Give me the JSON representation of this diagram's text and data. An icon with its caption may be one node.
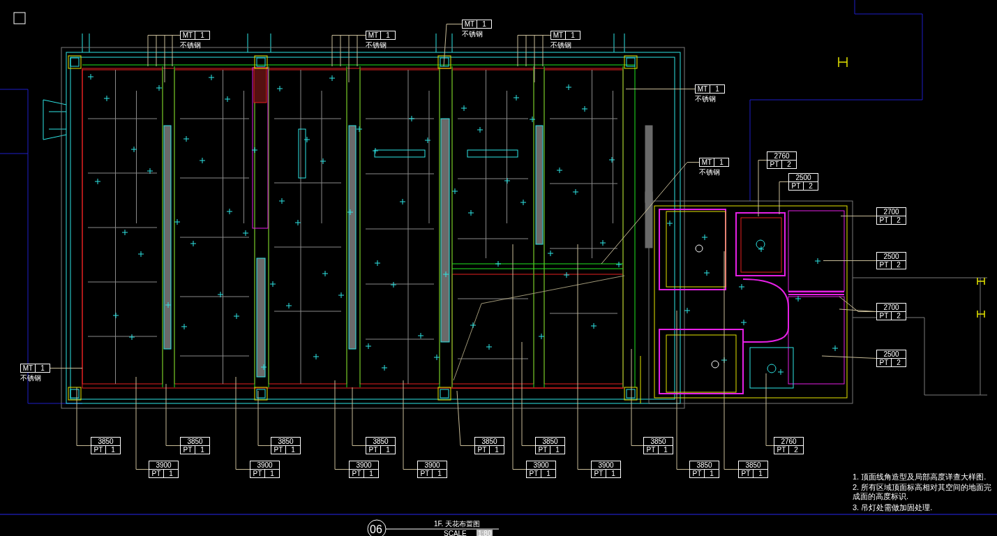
{
  "diagram": {
    "title": "1F. 天花布置图",
    "nodes": [
      {
        "text": [
          "MT",
          "1"
        ],
        "beside": [
          "不锈钢"
        ]
      },
      {
        "text": [
          "MT",
          "1"
        ],
        "beside": [
          "不锈钢"
        ]
      },
      {
        "text": [
          "MT",
          "1"
        ],
        "beside": [
          "不锈钢"
        ]
      },
      {
        "text": [
          "MT",
          "1"
        ],
        "beside": [
          "不锈钢"
        ]
      },
      {
        "text": [
          "MT",
          "1"
        ],
        "beside": [
          "不锈钢"
        ]
      },
      {
        "text": [
          "2760",
          "PT",
          "2"
        ]
      },
      {
        "text": [
          "MT",
          "1"
        ],
        "beside": [
          "不锈钢"
        ]
      },
      {
        "text": [
          "2500",
          "PT",
          "2"
        ]
      },
      {
        "text": [
          "2700",
          "PT",
          "2"
        ]
      },
      {
        "text": [
          "2500",
          "PT",
          "2"
        ]
      },
      {
        "text": [
          "2700",
          "PT",
          "2"
        ]
      },
      {
        "text": [
          "2500",
          "PT",
          "2"
        ]
      },
      {
        "text": [
          "MT",
          "1"
        ],
        "beside": [
          "不锈钢"
        ]
      },
      {
        "text": [
          "3850",
          "PT",
          "1"
        ]
      },
      {
        "text": [
          "3850",
          "PT",
          "1"
        ]
      },
      {
        "text": [
          "3850",
          "PT",
          "1"
        ]
      },
      {
        "text": [
          "3850",
          "PT",
          "1"
        ]
      },
      {
        "text": [
          "3850",
          "PT",
          "1"
        ]
      },
      {
        "text": [
          "3850",
          "PT",
          "1"
        ]
      },
      {
        "text": [
          "3850",
          "PT",
          "1"
        ]
      },
      {
        "text": [
          "2760",
          "PT",
          "2"
        ]
      },
      {
        "text": [
          "3900",
          "PT",
          "1"
        ]
      },
      {
        "text": [
          "3900",
          "PT",
          "1"
        ]
      },
      {
        "text": [
          "3900",
          "PT",
          "1"
        ]
      },
      {
        "text": [
          "3900",
          "PT",
          "1"
        ]
      },
      {
        "text": [
          "3900",
          "PT",
          "1"
        ]
      },
      {
        "text": [
          "3900",
          "PT",
          "1"
        ]
      },
      {
        "text": [
          "3850",
          "PT",
          "1"
        ]
      },
      {
        "text": [
          "3850",
          "PT",
          "1"
        ]
      }
    ],
    "edges": [
      {
        "from": 0,
        "to": null,
        "arrow": "none"
      },
      {
        "from": 1,
        "to": null,
        "arrow": "none"
      },
      {
        "from": 1,
        "to": null,
        "arrow": "none"
      },
      {
        "from": 1,
        "to": null,
        "arrow": "none"
      },
      {
        "from": 1,
        "to": null,
        "arrow": "none"
      },
      {
        "from": 2,
        "to": null,
        "arrow": "none"
      },
      {
        "from": 2,
        "to": null,
        "arrow": "none"
      },
      {
        "from": 2,
        "to": null,
        "arrow": "none"
      },
      {
        "from": 2,
        "to": null,
        "arrow": "none"
      },
      {
        "from": 3,
        "to": null,
        "arrow": "none"
      },
      {
        "from": 3,
        "to": null,
        "arrow": "none"
      },
      {
        "from": 3,
        "to": null,
        "arrow": "none"
      },
      {
        "from": 3,
        "to": null,
        "arrow": "none"
      },
      {
        "from": 4,
        "to": null,
        "arrow": "none"
      },
      {
        "from": 5,
        "to": null,
        "arrow": "none"
      },
      {
        "from": 6,
        "to": null,
        "arrow": "none"
      },
      {
        "from": 7,
        "to": null,
        "arrow": "none"
      },
      {
        "from": 8,
        "to": null,
        "arrow": "none"
      },
      {
        "from": 9,
        "to": null,
        "arrow": "none"
      },
      {
        "from": 10,
        "to": null,
        "arrow": "none"
      },
      {
        "from": 10,
        "to": null,
        "arrow": "none"
      },
      {
        "from": 11,
        "to": null,
        "arrow": "none"
      },
      {
        "from": 12,
        "to": null,
        "arrow": "none"
      },
      {
        "from": 13,
        "to": null,
        "arrow": "none"
      },
      {
        "from": 14,
        "to": null,
        "arrow": "none"
      },
      {
        "from": 15,
        "to": null,
        "arrow": "none"
      },
      {
        "from": 16,
        "to": null,
        "arrow": "none"
      },
      {
        "from": 17,
        "to": null,
        "arrow": "none"
      },
      {
        "from": 18,
        "to": null,
        "arrow": "none"
      },
      {
        "from": 19,
        "to": null,
        "arrow": "none"
      },
      {
        "from": 20,
        "to": null,
        "arrow": "none"
      },
      {
        "from": 21,
        "to": null,
        "arrow": "none"
      },
      {
        "from": 22,
        "to": null,
        "arrow": "none"
      },
      {
        "from": 23,
        "to": null,
        "arrow": "none"
      },
      {
        "from": 24,
        "to": null,
        "arrow": "none"
      },
      {
        "from": 25,
        "to": null,
        "arrow": "none"
      },
      {
        "from": 26,
        "to": null,
        "arrow": "none"
      },
      {
        "from": 27,
        "to": null,
        "arrow": "none"
      },
      {
        "from": 28,
        "to": null,
        "arrow": "none"
      }
    ],
    "labels": [
      "06",
      "SCALE",
      "1:80",
      "1. 顶面线角造型及局部高度详查大样图.",
      "2. 所有区域顶面标高相对其空间的地面完成面的高度标识.",
      "3. 吊灯处需做加固处理."
    ]
  }
}
